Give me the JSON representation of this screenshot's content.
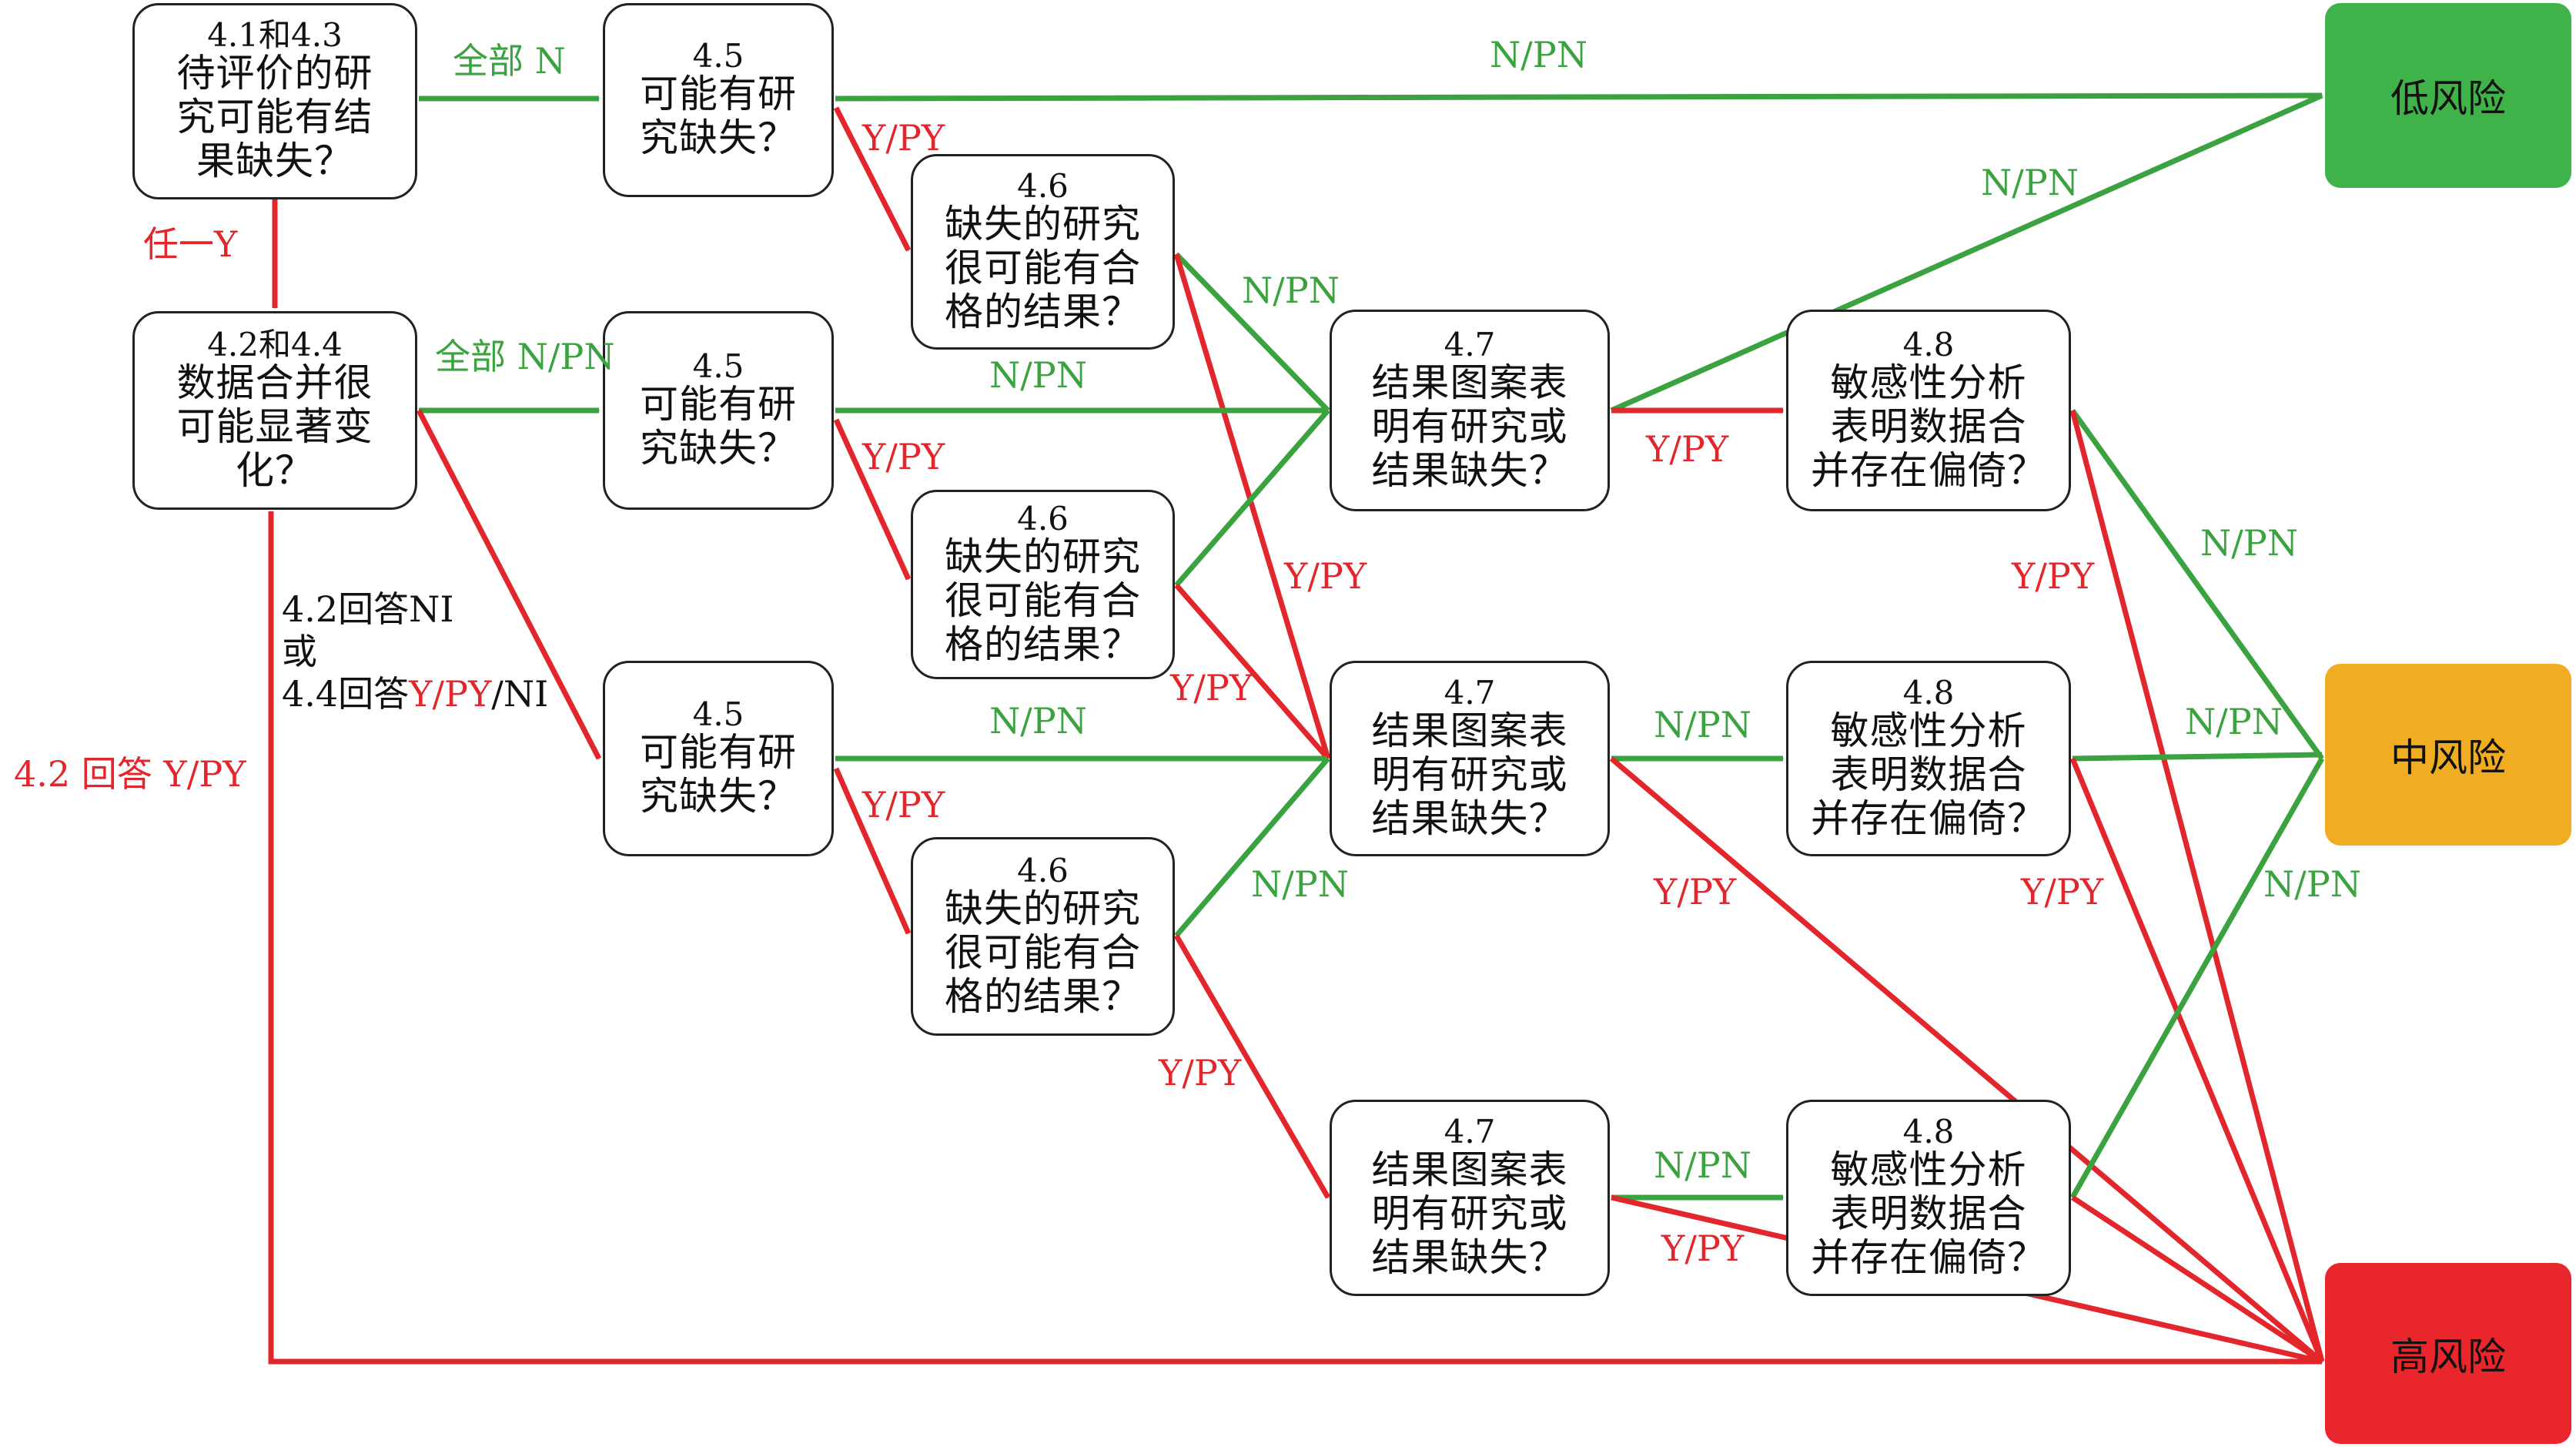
{
  "colors": {
    "green": "#3aa340",
    "red": "#e3262b",
    "box_border": "#222222",
    "low": "#3fb24a",
    "mid": "#f0ad22",
    "high": "#e8262b"
  },
  "nodes": {
    "q41_43": {
      "num": "4.1和4.3",
      "text": "待评价的研\n究可能有结\n果缺失？"
    },
    "q42_44": {
      "num": "4.2和4.4",
      "text": "数据合并很\n可能显著变\n化？"
    },
    "q45_a": {
      "num": "4.5",
      "text": "可能有研\n究缺失？"
    },
    "q45_b": {
      "num": "4.5",
      "text": "可能有研\n究缺失？"
    },
    "q45_c": {
      "num": "4.5",
      "text": "可能有研\n究缺失？"
    },
    "q46_a": {
      "num": "4.6",
      "text": "缺失的研究\n很可能有合\n格的结果？"
    },
    "q46_b": {
      "num": "4.6",
      "text": "缺失的研究\n很可能有合\n格的结果？"
    },
    "q46_c": {
      "num": "4.6",
      "text": "缺失的研究\n很可能有合\n格的结果？"
    },
    "q47_a": {
      "num": "4.7",
      "text": "结果图案表\n明有研究或\n结果缺失？"
    },
    "q47_b": {
      "num": "4.7",
      "text": "结果图案表\n明有研究或\n结果缺失？"
    },
    "q47_c": {
      "num": "4.7",
      "text": "结果图案表\n明有研究或\n结果缺失？"
    },
    "q48_a": {
      "num": "4.8",
      "text": "敏感性分析\n表明数据合\n并存在偏倚？"
    },
    "q48_b": {
      "num": "4.8",
      "text": "敏感性分析\n表明数据合\n并存在偏倚？"
    },
    "q48_c": {
      "num": "4.8",
      "text": "敏感性分析\n表明数据合\n并存在偏倚？"
    }
  },
  "outcomes": {
    "low": "低风险",
    "mid": "中风险",
    "high": "高风险"
  },
  "labels": {
    "all_n": "全部 N",
    "any_y": "任一Y",
    "all_n_pn": "全部 N/PN",
    "ni_line1": "4.2回答NI",
    "ni_line2": "或",
    "ni_line3_prefix": "4.4回答",
    "ni_line3_red": "Y/PY",
    "ni_line3_suffix": "/NI",
    "q42_yes": "4.2 回答 Y/PY",
    "n_pn": "N/PN",
    "y_py": "Y/PY"
  }
}
